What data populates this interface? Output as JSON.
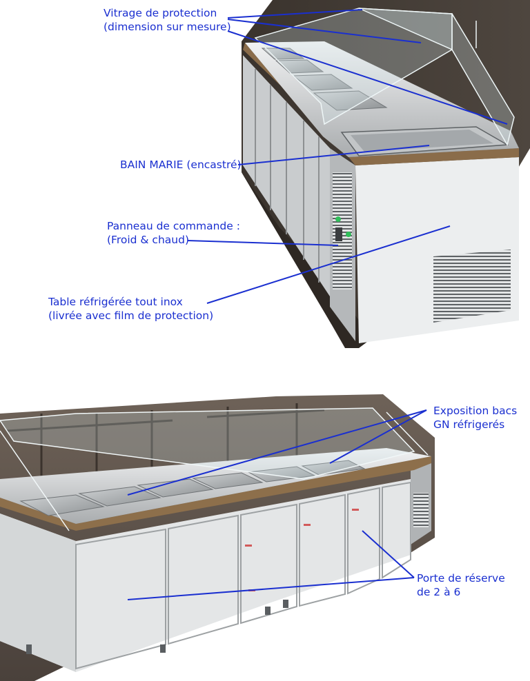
{
  "colors": {
    "annotation": "#1a2fd0",
    "steel_light": "#d8dadb",
    "steel_dark": "#7d8083",
    "cabinet_white": "#e9ebec",
    "counter_wood": "#7a5a3a",
    "shop_floor": "#6b5f55"
  },
  "top_photo": {
    "subject": "refrigerated-buffet-with-bain-marie",
    "callouts": {
      "glass": {
        "line1": "Vitrage de protection",
        "line2": "(dimension sur mesure)"
      },
      "bain_marie": {
        "line1": "BAIN MARIE (encastré)"
      },
      "panel": {
        "line1": "Panneau de commande :",
        "line2": "(Froid & chaud)"
      },
      "table": {
        "line1": "Table réfrigérée tout inox",
        "line2": "(livrée avec film de protection)"
      }
    }
  },
  "bottom_photo": {
    "subject": "refrigerated-gn-pan-display-counter",
    "callouts": {
      "pans": {
        "line1": "Exposition bacs",
        "line2": "GN réfrigerés"
      },
      "doors": {
        "line1": "Porte de réserve",
        "line2": "de 2 à 6"
      }
    }
  }
}
